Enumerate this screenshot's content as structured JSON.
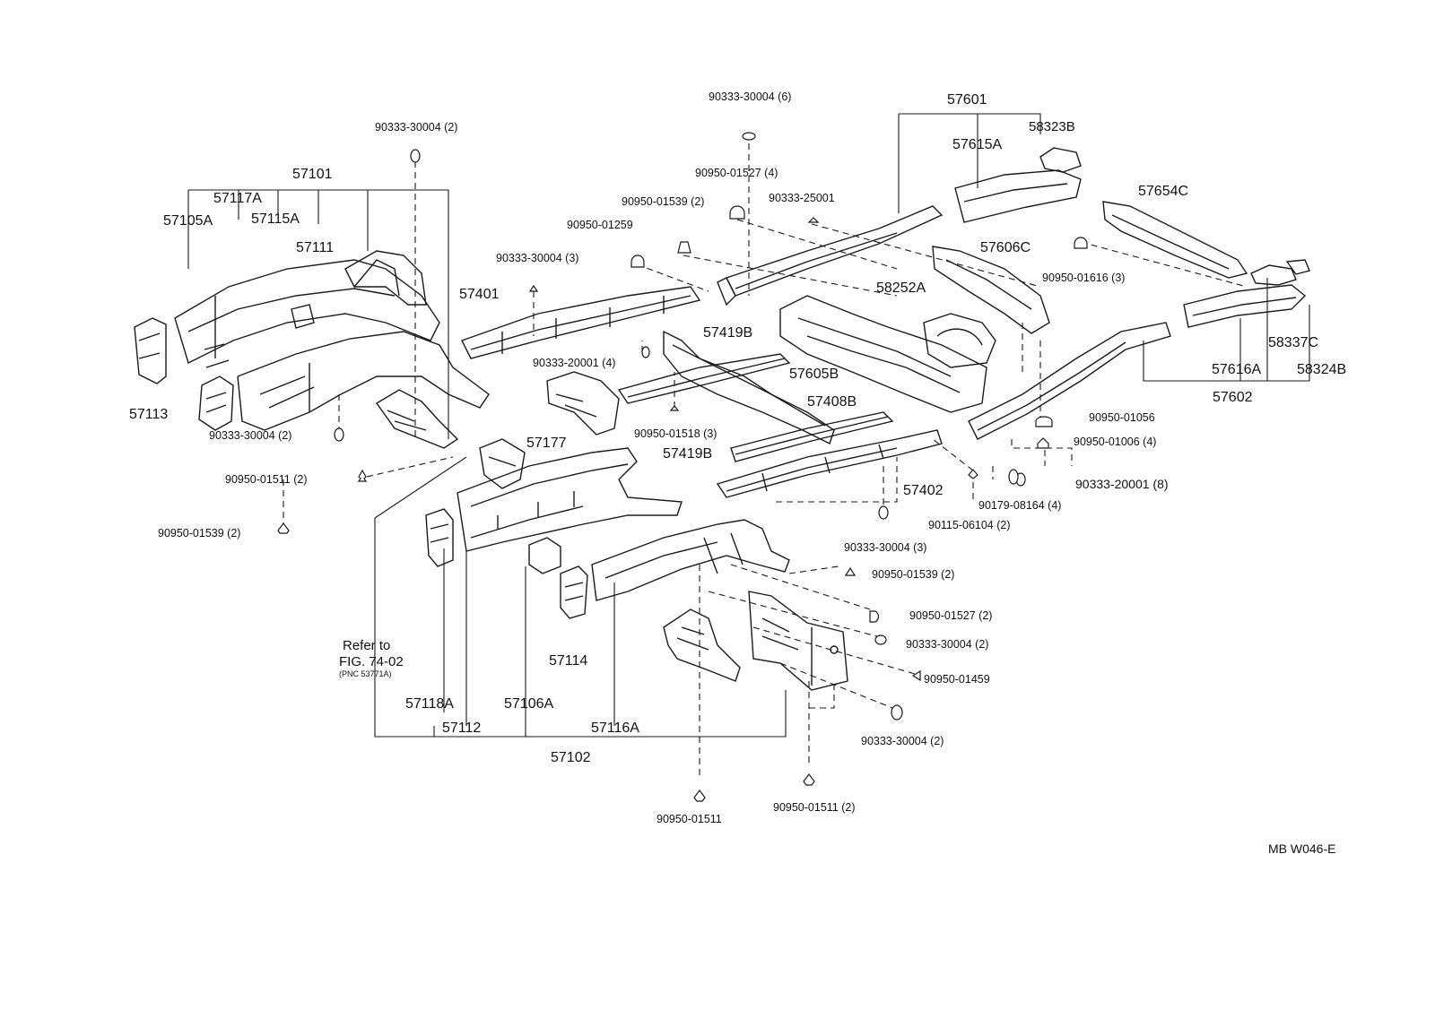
{
  "labels": {
    "p57601": "57601",
    "p58323b": "58323B",
    "p57615a": "57615A",
    "p57654c": "57654C",
    "f90333_30004_6": "90333-30004 (6)",
    "f90950_01527_4": "90950-01527 (4)",
    "f90950_01539_2_top": "90950-01539 (2)",
    "f90333_25001": "90333-25001",
    "f90950_01259": "90950-01259",
    "f90333_30004_3_top": "90333-30004 (3)",
    "p57606c": "57606C",
    "f90950_01616_3": "90950-01616 (3)",
    "p58252a": "58252A",
    "p58337c": "58337C",
    "p57616a": "57616A",
    "p58324b": "58324B",
    "p57602": "57602",
    "f90333_30004_2_topleft": "90333-30004 (2)",
    "p57101": "57101",
    "p57117a": "57117A",
    "p57105a": "57105A",
    "p57115a": "57115A",
    "p57111": "57111",
    "p57401": "57401",
    "f90333_20001_4": "90333-20001 (4)",
    "p57419b_top": "57419B",
    "p57605b": "57605B",
    "p57408b": "57408B",
    "p57113": "57113",
    "f90333_30004_2_left": "90333-30004 (2)",
    "p57177": "57177",
    "f90950_01518_3": "90950-01518 (3)",
    "p57419b_mid": "57419B",
    "f90950_01056": "90950-01056",
    "f90950_01006_4": "90950-01006 (4)",
    "f90950_01511_2_left": "90950-01511 (2)",
    "f90333_20001_8": "90333-20001 (8)",
    "p57402": "57402",
    "f90179_08164_4": "90179-08164 (4)",
    "f90115_06104_2": "90115-06104 (2)",
    "f90950_01539_2_left": "90950-01539 (2)",
    "f90333_30004_3_mid": "90333-30004 (3)",
    "f90950_01539_2_mid": "90950-01539 (2)",
    "f90950_01527_2": "90950-01527 (2)",
    "f90333_30004_2_mid": "90333-30004 (2)",
    "refer_line1": "Refer to",
    "refer_line2": "FIG. 74-02",
    "refer_line3": "(PNC 53771A)",
    "f90950_01459": "90950-01459",
    "p57114": "57114",
    "p57118a": "57118A",
    "p57106a": "57106A",
    "p57112": "57112",
    "p57116a": "57116A",
    "f90333_30004_2_bottom": "90333-30004 (2)",
    "p57102": "57102",
    "f90950_01511": "90950-01511",
    "f90950_01511_2_bottom": "90950-01511 (2)",
    "drawing_code": "MB W046-E"
  }
}
